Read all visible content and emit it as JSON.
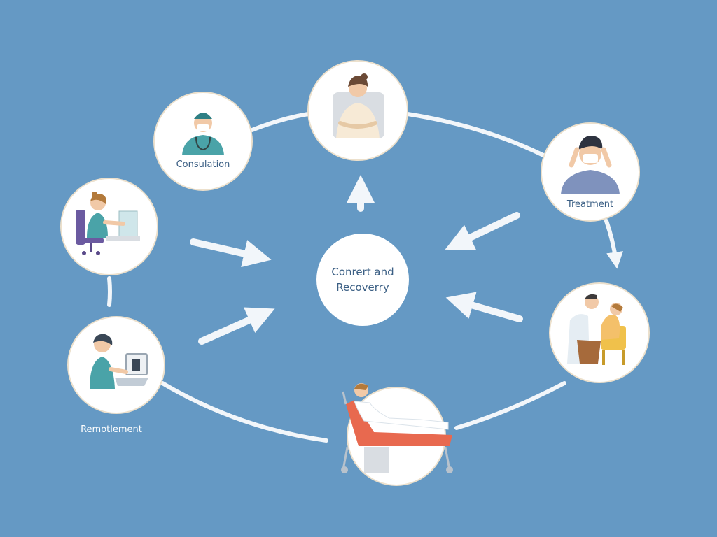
{
  "diagram": {
    "center_label": "Conrert and Recoverry",
    "nodes": [
      {
        "id": "consultation",
        "label": "Consulation",
        "icon": "doctor-with-mask-icon"
      },
      {
        "id": "patient-seated",
        "label": "",
        "icon": "patient-seated-icon"
      },
      {
        "id": "treatment",
        "label": "Treatment",
        "icon": "person-with-face-mask-icon"
      },
      {
        "id": "therapy",
        "label": "",
        "icon": "doctor-examining-patient-icon"
      },
      {
        "id": "recovery-bed",
        "label": "",
        "icon": "patient-on-recliner-icon"
      },
      {
        "id": "remote",
        "label": "Remotlement",
        "icon": "person-at-laptop-icon"
      },
      {
        "id": "desk-work",
        "label": "",
        "icon": "person-at-desk-icon"
      }
    ]
  },
  "colors": {
    "background": "#6599c4",
    "circle_fill": "#ffffff",
    "circle_border": "#e8d5b8",
    "connector": "#f2f6fa",
    "label_text": "#3b5f84",
    "accent_red": "#e8694f",
    "accent_teal": "#4aa3a8",
    "accent_yellow": "#f0c14b"
  }
}
